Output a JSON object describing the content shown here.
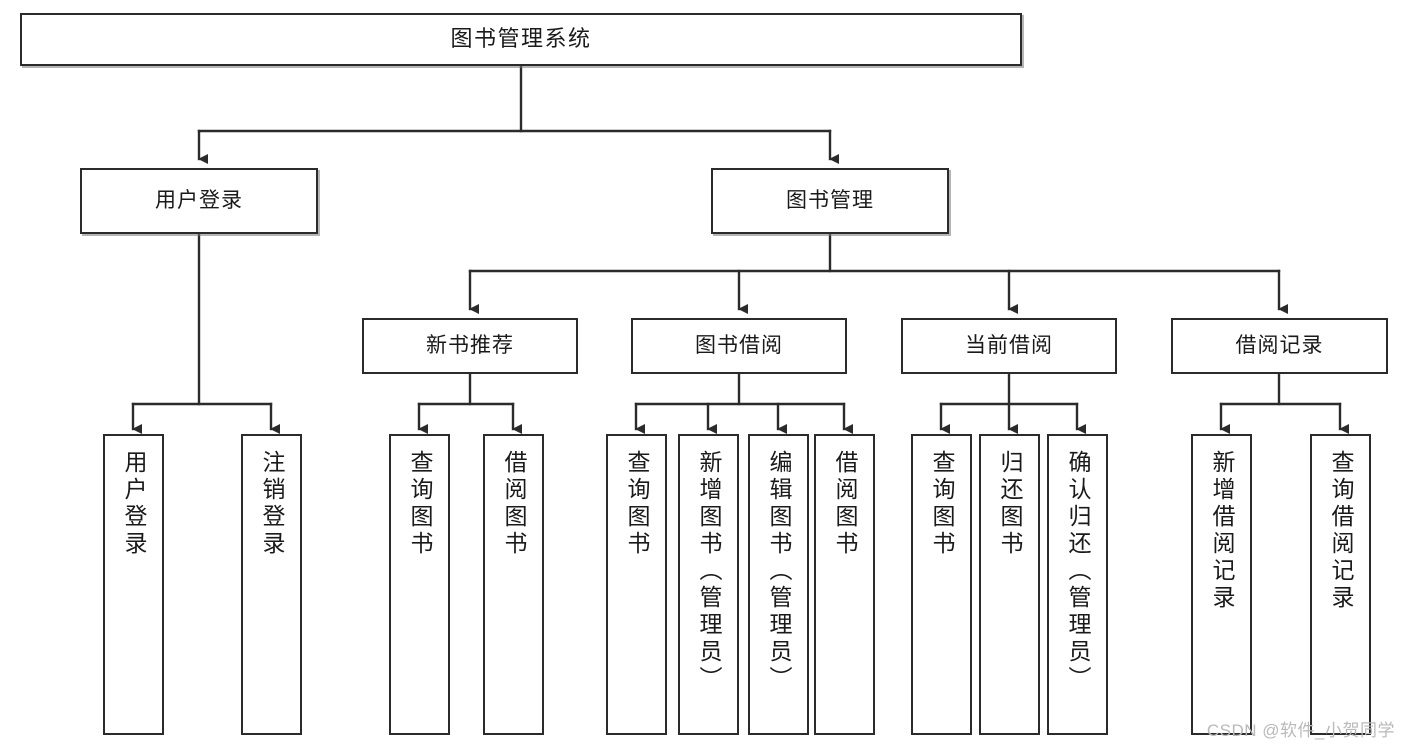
{
  "diagram": {
    "title": "图书管理系统",
    "watermark": "CSDN @软件_小贺同学",
    "line_color": "#2b2b2b",
    "box_fill": "#ffffff",
    "text_color": "#1a1a1a",
    "watermark_color": "#b9b9b9"
  },
  "nodes": {
    "root": {
      "label": "图书管理系统"
    },
    "level2": [
      {
        "id": "user-login",
        "label": "用户登录"
      },
      {
        "id": "book-manage",
        "label": "图书管理"
      }
    ],
    "level3": [
      {
        "id": "new-book-recommend",
        "label": "新书推荐"
      },
      {
        "id": "book-borrow",
        "label": "图书借阅"
      },
      {
        "id": "current-borrow",
        "label": "当前借阅"
      },
      {
        "id": "borrow-record",
        "label": "借阅记录"
      }
    ],
    "leaves": {
      "user_login": [
        {
          "id": "leaf-user-login",
          "label": "用户登录"
        },
        {
          "id": "leaf-logout-login",
          "label": "注销登录"
        }
      ],
      "new_book_recommend": [
        {
          "id": "leaf-query-book-1",
          "label": "查询图书"
        },
        {
          "id": "leaf-borrow-book-1",
          "label": "借阅图书"
        }
      ],
      "book_borrow": [
        {
          "id": "leaf-query-book-2",
          "label": "查询图书"
        },
        {
          "id": "leaf-add-book-admin",
          "label": "新增图书（管理员）"
        },
        {
          "id": "leaf-edit-book-admin",
          "label": "编辑图书（管理员）"
        },
        {
          "id": "leaf-borrow-book-2",
          "label": "借阅图书"
        }
      ],
      "current_borrow": [
        {
          "id": "leaf-query-book-3",
          "label": "查询图书"
        },
        {
          "id": "leaf-return-book",
          "label": "归还图书"
        },
        {
          "id": "leaf-confirm-return-admin",
          "label": "确认归还（管理员）"
        }
      ],
      "borrow_record": [
        {
          "id": "leaf-add-borrow-record",
          "label": "新增借阅记录"
        },
        {
          "id": "leaf-query-borrow-record",
          "label": "查询借阅记录"
        }
      ]
    }
  }
}
